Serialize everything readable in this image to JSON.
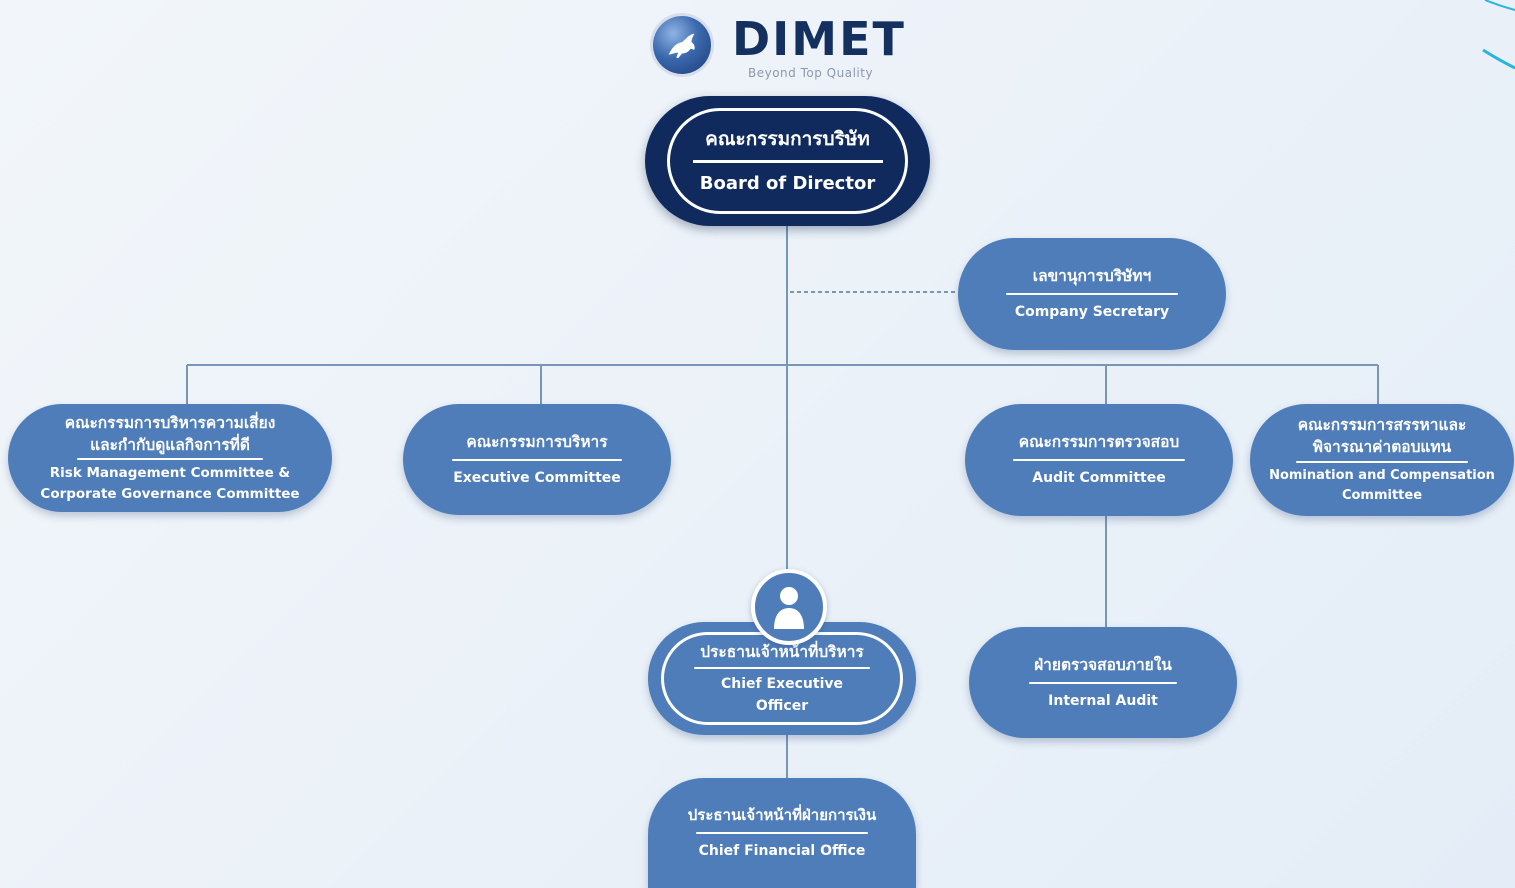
{
  "logo": {
    "wordmark": "DIMET",
    "tagline": "Beyond Top Quality",
    "icon": "horse-emblem-icon"
  },
  "colors": {
    "board_fill": "#102a5e",
    "node_fill": "#4e7db9",
    "connector": "#7896b8",
    "text": "#ffffff"
  },
  "org": {
    "board": {
      "th": "คณะกรรมการบริษัท",
      "en": "Board of Director"
    },
    "secretary": {
      "th": "เลขานุการบริษัทฯ",
      "en": "Company Secretary"
    },
    "risk": {
      "th1": "คณะกรรมการบริหารความเสี่ยง",
      "th2": "และกำกับดูแลกิจการที่ดี",
      "en1": "Risk Management Committee &",
      "en2": "Corporate Governance Committee"
    },
    "executive": {
      "th": "คณะกรรมการบริหาร",
      "en": "Executive Committee"
    },
    "audit": {
      "th": "คณะกรรมการตรวจสอบ",
      "en": "Audit Committee"
    },
    "nomination": {
      "th1": "คณะกรรมการสรรหาและ",
      "th2": "พิจารณาค่าตอบแทน",
      "en1": "Nomination and Compensation",
      "en2": "Committee"
    },
    "ceo": {
      "th": "ประธานเจ้าหน้าที่บริหาร",
      "en1": "Chief Executive",
      "en2": "Officer",
      "icon": "person-icon"
    },
    "internal_audit": {
      "th": "ฝ่ายตรวจสอบภายใน",
      "en": "Internal Audit"
    },
    "cfo": {
      "th": "ประธานเจ้าหน้าที่ฝ่ายการเงิน",
      "en": "Chief Financial Office"
    }
  }
}
